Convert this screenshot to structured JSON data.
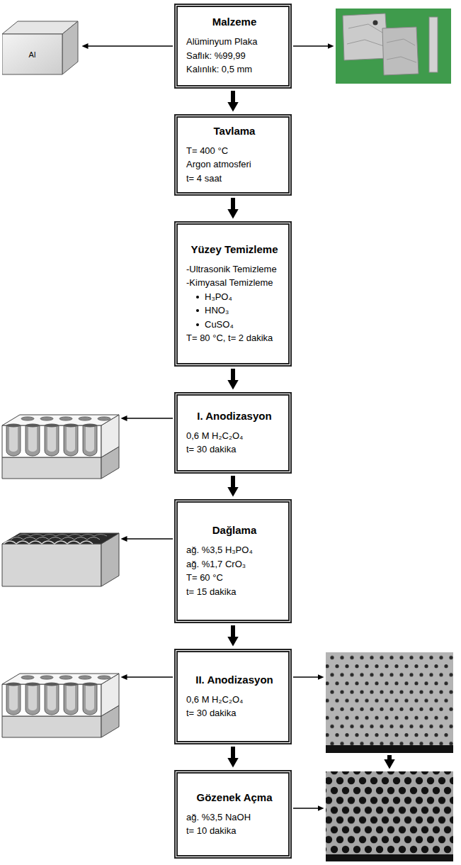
{
  "diagram": {
    "nodes": [
      {
        "text": [
          "Malzeme",
          "Alüminyum Plaka",
          "Saflık: %99,99",
          "Kalınlık: 0,5 mm"
        ]
      },
      {
        "text": [
          "Al"
        ]
      },
      {
        "text": [
          "Tavlama",
          "T= 400 °C",
          "Argon atmosferi",
          "t= 4 saat"
        ]
      },
      {
        "text": [
          "Yüzey Temizleme",
          "-Ultrasonik Temizleme",
          "-Kimyasal Temizleme",
          "H₃PO₄",
          "HNO₃",
          "CuSO₄",
          "T= 80 °C, t= 2 dakika"
        ]
      },
      {
        "text": [
          "I. Anodizasyon",
          "0,6 M H₂C₂O₄",
          "t= 30 dakika"
        ]
      },
      {
        "text": [
          "Dağlama",
          "ağ. %3,5 H₃PO₄",
          "ağ. %1,7 CrO₃",
          "T= 60 °C",
          "t= 15 dakika"
        ]
      },
      {
        "text": [
          "II. Anodizasyon",
          "0,6 M H₂C₂O₄",
          "t= 30 dakika"
        ]
      },
      {
        "text": [
          "Gözenek Açma",
          "ağ. %3,5 NaOH",
          "t= 10 dakika"
        ]
      }
    ],
    "edges": [
      {
        "from": 0,
        "to": 1,
        "arrow": "to"
      },
      {
        "from": 0,
        "to": 2,
        "arrow": "to"
      },
      {
        "from": 2,
        "to": 3,
        "arrow": "to"
      },
      {
        "from": 3,
        "to": 4,
        "arrow": "to"
      },
      {
        "from": 4,
        "to": 5,
        "arrow": "to"
      },
      {
        "from": 5,
        "to": 6,
        "arrow": "to"
      },
      {
        "from": 6,
        "to": 7,
        "arrow": "to"
      }
    ]
  }
}
